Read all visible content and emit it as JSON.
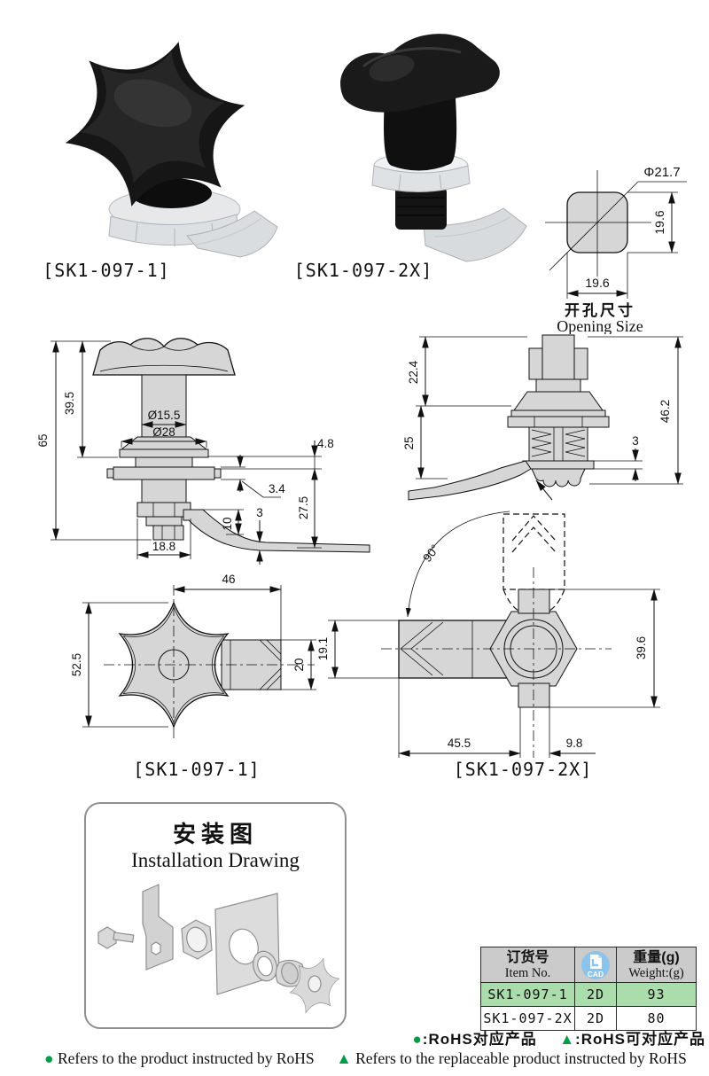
{
  "products": {
    "photo1_label": "[SK1-097-1]",
    "photo2_label": "[SK1-097-2X]"
  },
  "opening_size": {
    "phi": "Φ21.7",
    "side_v": "19.6",
    "side_h": "19.6",
    "caption_zh": "开孔尺寸",
    "caption_en": "Opening Size"
  },
  "side1": {
    "h65": "65",
    "h39_5": "39.5",
    "d15_5": "Ø15.5",
    "d28": "Ø28",
    "t3_4": "3.4",
    "t4_8": "4.8",
    "h27_5": "27.5",
    "h10": "10",
    "t3": "3",
    "w18_8": "18.8"
  },
  "side2": {
    "h22_4": "22.4",
    "h25": "25",
    "h46_2": "46.2",
    "t3": "3"
  },
  "plan1": {
    "w46": "46",
    "h52_5": "52.5",
    "h20": "20",
    "label": "[SK1-097-1]"
  },
  "plan2": {
    "a90": "90°",
    "h19_1": "19.1",
    "h39_6": "39.6",
    "w45_5": "45.5",
    "w9_8": "9.8",
    "label": "[SK1-097-2X]"
  },
  "installation": {
    "title_zh": "安装图",
    "title_en": "Installation Drawing"
  },
  "table": {
    "col_item_zh": "订货号",
    "col_item_en": "Item No.",
    "cad_label": "CAD",
    "col_weight_zh": "重量(g)",
    "col_weight_en": "Weight:(g)",
    "rows": [
      {
        "item": "SK1-097-1",
        "cad": "2D",
        "weight": "93"
      },
      {
        "item": "SK1-097-2X",
        "cad": "2D",
        "weight": "80"
      }
    ]
  },
  "rohs": {
    "zh_dot": "●",
    "zh_dot_label": ":RoHS对应产品",
    "zh_tri": "▲",
    "zh_tri_label": ":RoHS可对应产品",
    "en_dot": "●",
    "en_dot_label": "Refers to the product instructed by RoHS",
    "en_tri": "▲",
    "en_tri_label": "Refers to the replaceable product instructed by RoHS"
  },
  "colors": {
    "rohs_green": "#009b48",
    "row_green": "#abdcab",
    "cad_blue": "#8cc3ea",
    "header_gray": "#cbcbcb",
    "drawing_fill": "#d6d6d6",
    "line": "#111111"
  }
}
